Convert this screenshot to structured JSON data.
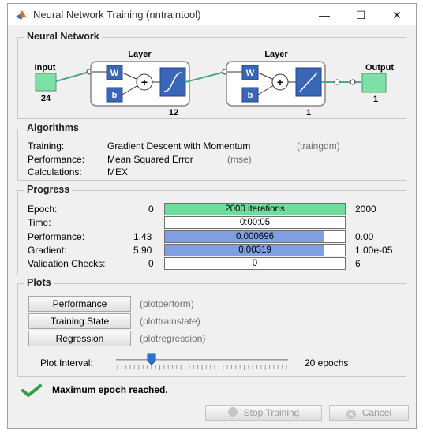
{
  "window": {
    "title": "Neural Network Training (nntraintool)",
    "controls": {
      "minimize": "—",
      "maximize": "☐",
      "close": "✕"
    }
  },
  "network": {
    "section_title": "Neural Network",
    "input_label": "Input",
    "input_size": "24",
    "layer1_label": "Layer",
    "layer1_size": "12",
    "layer2_label": "Layer",
    "layer2_size": "1",
    "output_label": "Output",
    "output_size": "1",
    "weight_symbol": "W",
    "bias_symbol": "b",
    "sum_symbol": "+"
  },
  "algorithms": {
    "section_title": "Algorithms",
    "rows": [
      {
        "label": "Training:",
        "value": "Gradient Descent with Momentum",
        "code": "(traingdm)"
      },
      {
        "label": "Performance:",
        "value": "Mean Squared Error",
        "code": "(mse)"
      },
      {
        "label": "Calculations:",
        "value": "MEX",
        "code": ""
      }
    ]
  },
  "progress": {
    "section_title": "Progress",
    "rows": [
      {
        "label": "Epoch:",
        "start": "0",
        "current": "2000 iterations",
        "end": "2000",
        "fill": 1.0,
        "fill_color": "#6edc9c"
      },
      {
        "label": "Time:",
        "start": "",
        "current": "0:00:05",
        "end": "",
        "fill": 0.0,
        "fill_color": "#ffffff"
      },
      {
        "label": "Performance:",
        "start": "1.43",
        "current": "0.000696",
        "end": "0.00",
        "fill": 0.88,
        "fill_color": "#7f9ee4"
      },
      {
        "label": "Gradient:",
        "start": "5.90",
        "current": "0.00319",
        "end": "1.00e-05",
        "fill": 0.88,
        "fill_color": "#7f9ee4"
      },
      {
        "label": "Validation Checks:",
        "start": "0",
        "current": "0",
        "end": "6",
        "fill": 0.0,
        "fill_color": "#ffffff"
      }
    ]
  },
  "plots": {
    "section_title": "Plots",
    "buttons": [
      {
        "label": "Performance",
        "code": "(plotperform)"
      },
      {
        "label": "Training State",
        "code": "(plottrainstate)"
      },
      {
        "label": "Regression",
        "code": "(plotregression)"
      }
    ],
    "interval_label": "Plot Interval:",
    "interval_value": "20 epochs",
    "slider_fraction": 0.19
  },
  "status": {
    "message": "Maximum epoch reached.",
    "status_color": "#2ea043"
  },
  "footer": {
    "stop_label": "Stop Training",
    "cancel_label": "Cancel"
  }
}
